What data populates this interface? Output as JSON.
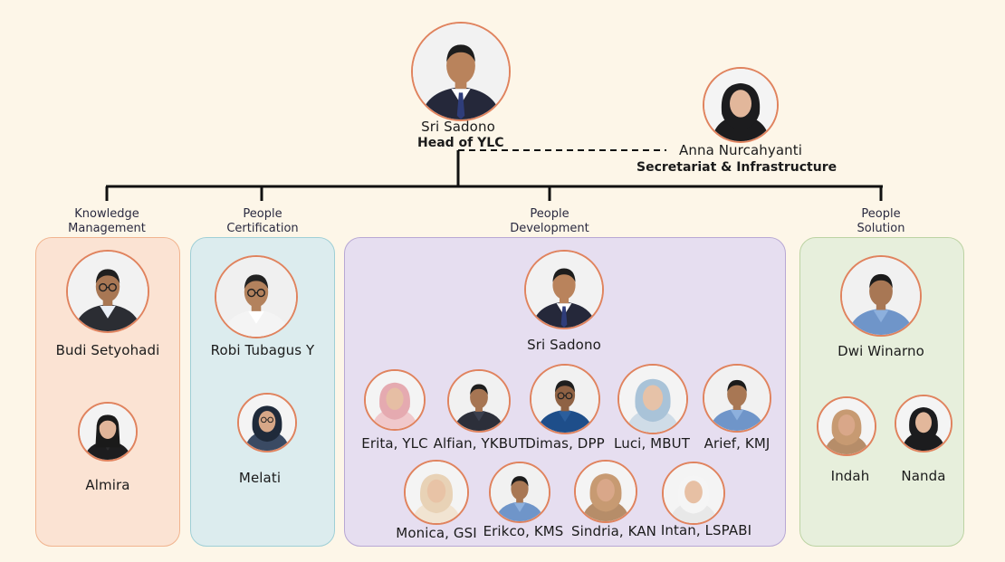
{
  "head": {
    "name": "Sri Sadono",
    "title": "Head of YLC"
  },
  "secretariat": {
    "name": "Anna Nurcahyanti",
    "title": "Secretariat & Infrastructure"
  },
  "departments": {
    "km": {
      "label_line1": "Knowledge",
      "label_line2": "Management",
      "members": [
        "Budi Setyohadi",
        "Almira"
      ]
    },
    "pc": {
      "label_line1": "People",
      "label_line2": "Certification",
      "members": [
        "Robi Tubagus Y",
        "Melati"
      ]
    },
    "pd": {
      "label_line1": "People",
      "label_line2": "Development",
      "lead": "Sri Sadono",
      "members": [
        "Erita, YLC",
        "Alfian, YKBUT",
        "Dimas, DPP",
        "Luci, MBUT",
        "Arief, KMJ",
        "Monica, GSI",
        "Erikco, KMS",
        "Sindria, KAN",
        "Intan, LSPABI"
      ]
    },
    "ps": {
      "label_line1": "People",
      "label_line2": "Solution",
      "members": [
        "Dwi Winarno",
        "Indah",
        "Nanda"
      ]
    }
  },
  "colors": {
    "background": "#fdf6e8",
    "km_box": "#fbe3d3",
    "km_border": "#f1b48f",
    "pc_box": "#dcecee",
    "pc_border": "#9fcfd6",
    "pd_box": "#e6def0",
    "pd_border": "#b8a8d4",
    "ps_box": "#e7efdc",
    "ps_border": "#bcd3a3",
    "avatar_border": "#e0835e"
  }
}
